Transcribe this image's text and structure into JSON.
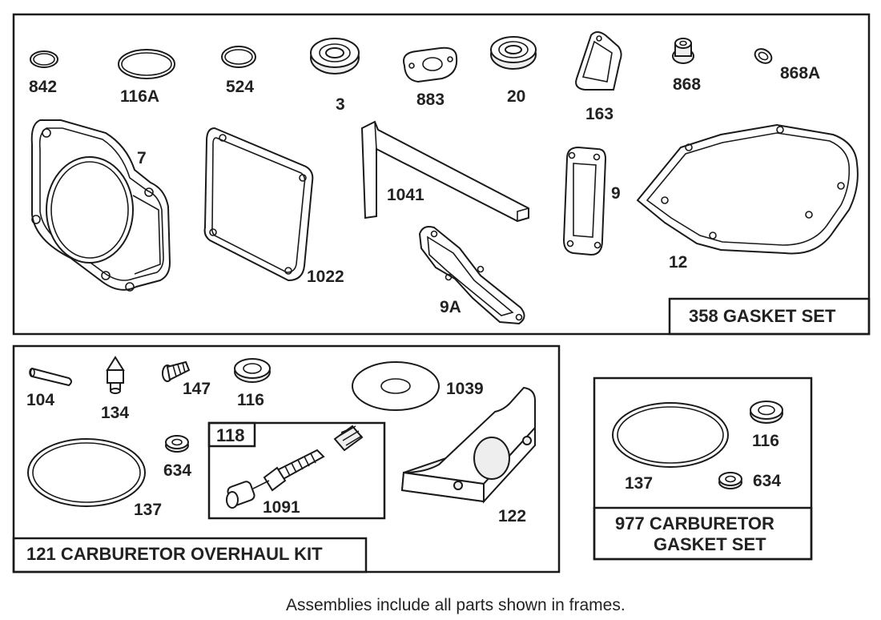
{
  "frames": {
    "gasket_set": {
      "title": "358 GASKET SET"
    },
    "overhaul_kit": {
      "title": "121 CARBURETOR OVERHAUL KIT"
    },
    "sub_kit": {
      "title": "118"
    },
    "carb_gasket_set": {
      "title_line1": "977 CARBURETOR",
      "title_line2": "GASKET SET"
    }
  },
  "parts": {
    "p842": "842",
    "p116A": "116A",
    "p524": "524",
    "p3": "3",
    "p883": "883",
    "p20": "20",
    "p163": "163",
    "p868": "868",
    "p868A": "868A",
    "p7": "7",
    "p1022": "1022",
    "p1041": "1041",
    "p9A": "9A",
    "p9": "9",
    "p12": "12",
    "p104": "104",
    "p134": "134",
    "p147": "147",
    "p116": "116",
    "p1039": "1039",
    "p634": "634",
    "p137": "137",
    "p1091": "1091",
    "p122": "122",
    "p116b": "116",
    "p137b": "137",
    "p634b": "634"
  },
  "footer": {
    "note": "Assemblies include all parts shown in frames."
  }
}
